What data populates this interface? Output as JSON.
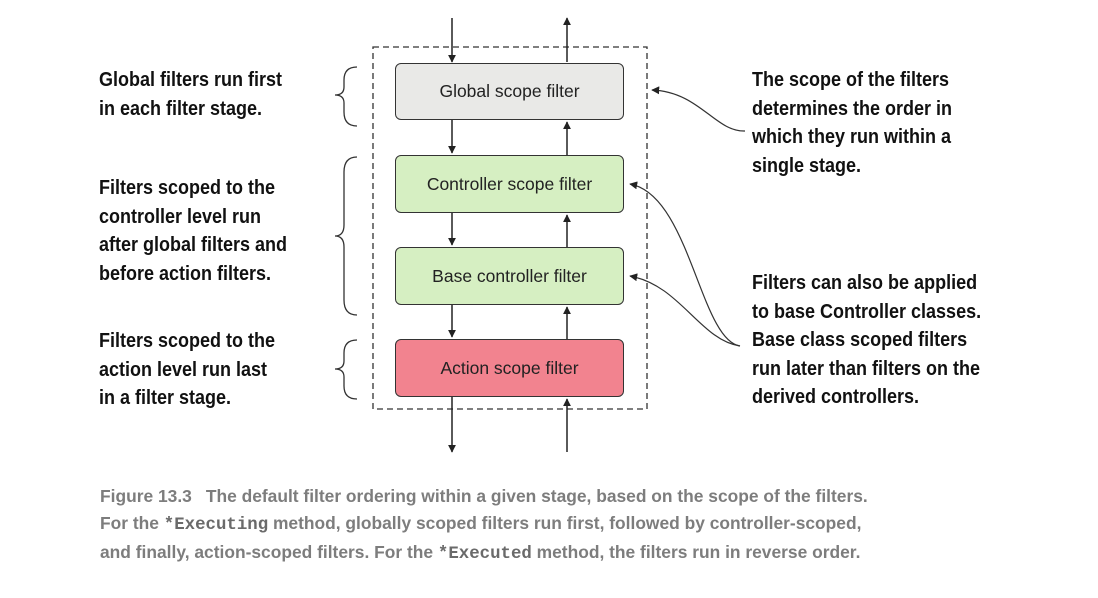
{
  "diagram": {
    "boxes": [
      {
        "id": "global",
        "label": "Global scope filter",
        "fill": "#e9e9e7"
      },
      {
        "id": "controller",
        "label": "Controller scope filter",
        "fill": "#d6efc2"
      },
      {
        "id": "base",
        "label": "Base controller filter",
        "fill": "#d6efc2"
      },
      {
        "id": "action",
        "label": "Action scope filter",
        "fill": "#f2838f"
      }
    ],
    "left_notes": [
      {
        "id": "global",
        "lines": [
          "Global filters run first",
          "in each filter stage."
        ]
      },
      {
        "id": "controller",
        "lines": [
          "Filters scoped to the",
          "controller level run",
          "after global filters and",
          "before action filters."
        ]
      },
      {
        "id": "action",
        "lines": [
          "Filters scoped to the",
          "action level run last",
          "in a filter stage."
        ]
      }
    ],
    "right_notes": [
      {
        "id": "scope",
        "lines": [
          "The scope of the filters",
          "determines the order in",
          "which they run within a",
          "single stage."
        ]
      },
      {
        "id": "base",
        "lines": [
          "Filters can also be applied",
          "to base Controller classes.",
          "Base class scoped filters",
          "run later than filters on the",
          "derived controllers."
        ]
      }
    ]
  },
  "caption": {
    "figure_number": "Figure 13.3",
    "line1": "The default filter ordering within a given stage, based on the scope of the filters.",
    "line2_a": "For the ",
    "line2_code": "*Executing",
    "line2_b": " method, globally scoped filters run first, followed by controller-scoped,",
    "line3_a": "and finally, action-scoped filters. For the ",
    "line3_code": "*Executed",
    "line3_b": " method, the filters run in reverse order."
  },
  "colors": {
    "line": "#222222",
    "caption_text": "#7d7d7d"
  }
}
